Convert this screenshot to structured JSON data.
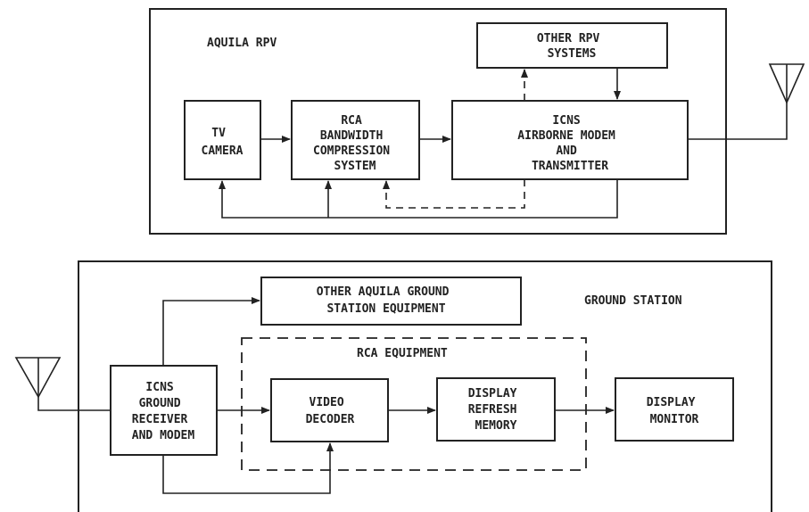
{
  "rpv": {
    "title": "AQUILA RPV",
    "tv_camera": [
      "TV",
      "CAMERA"
    ],
    "compression": [
      "RCA",
      "BANDWIDTH",
      "COMPRESSION",
      "SYSTEM"
    ],
    "modem": [
      "ICNS",
      "AIRBORNE MODEM",
      "AND",
      "TRANSMITTER"
    ],
    "other_systems": [
      "OTHER RPV",
      "SYSTEMS"
    ]
  },
  "ground": {
    "title": "GROUND STATION",
    "other_equipment": [
      "OTHER AQUILA GROUND",
      "STATION EQUIPMENT"
    ],
    "rca_equipment": "RCA EQUIPMENT",
    "receiver": [
      "ICNS",
      "GROUND",
      "RECEIVER",
      "AND MODEM"
    ],
    "decoder": [
      "VIDEO",
      "DECODER"
    ],
    "refresh_memory": [
      "DISPLAY",
      "REFRESH",
      "MEMORY"
    ],
    "monitor": [
      "DISPLAY",
      "MONITOR"
    ]
  }
}
